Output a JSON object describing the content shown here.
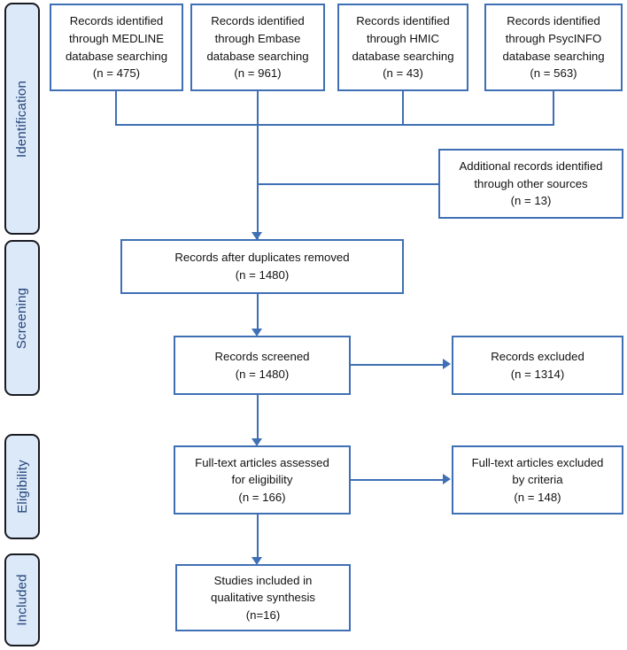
{
  "diagram": {
    "title": "PRISMA flow diagram",
    "colors": {
      "box_border": "#3f6fb4",
      "box_fill": "#ffffff",
      "stage_fill": "#dce9f8",
      "stage_border": "#1a1a22",
      "stage_text": "#24467c",
      "connector": "#3f6fb4",
      "text": "#121212"
    },
    "stages": [
      {
        "id": "identification",
        "label": "Identification"
      },
      {
        "id": "screening",
        "label": "Screening"
      },
      {
        "id": "eligibility",
        "label": "Eligibility"
      },
      {
        "id": "included",
        "label": "Included"
      }
    ],
    "boxes": {
      "medline": "Records identified\nthrough MEDLINE\ndatabase searching\n(n = 475)",
      "embase": "Records identified\nthrough Embase\ndatabase searching\n(n = 961)",
      "hmic": "Records identified\nthrough HMIC\ndatabase searching\n(n = 43)",
      "psycinfo": "Records identified\nthrough PsycINFO\ndatabase searching\n(n = 563)",
      "additional": "Additional records identified\nthrough other sources\n(n = 13)",
      "duplicates_removed": "Records after duplicates removed\n(n = 1480)",
      "records_screened": "Records screened\n(n = 1480)",
      "records_excluded": "Records excluded\n(n = 1314)",
      "fulltext_assessed": "Full-text articles assessed\nfor eligibility\n(n = 166)",
      "fulltext_excluded": "Full-text articles excluded\nby criteria\n(n = 148)",
      "studies_included": "Studies included in\nqualitative synthesis\n(n=16)"
    },
    "counts": {
      "medline": 475,
      "embase": 961,
      "hmic": 43,
      "psycinfo": 563,
      "additional": 13,
      "after_duplicates": 1480,
      "screened": 1480,
      "excluded_screening": 1314,
      "fulltext_assessed": 166,
      "fulltext_excluded": 148,
      "included": 16
    }
  }
}
